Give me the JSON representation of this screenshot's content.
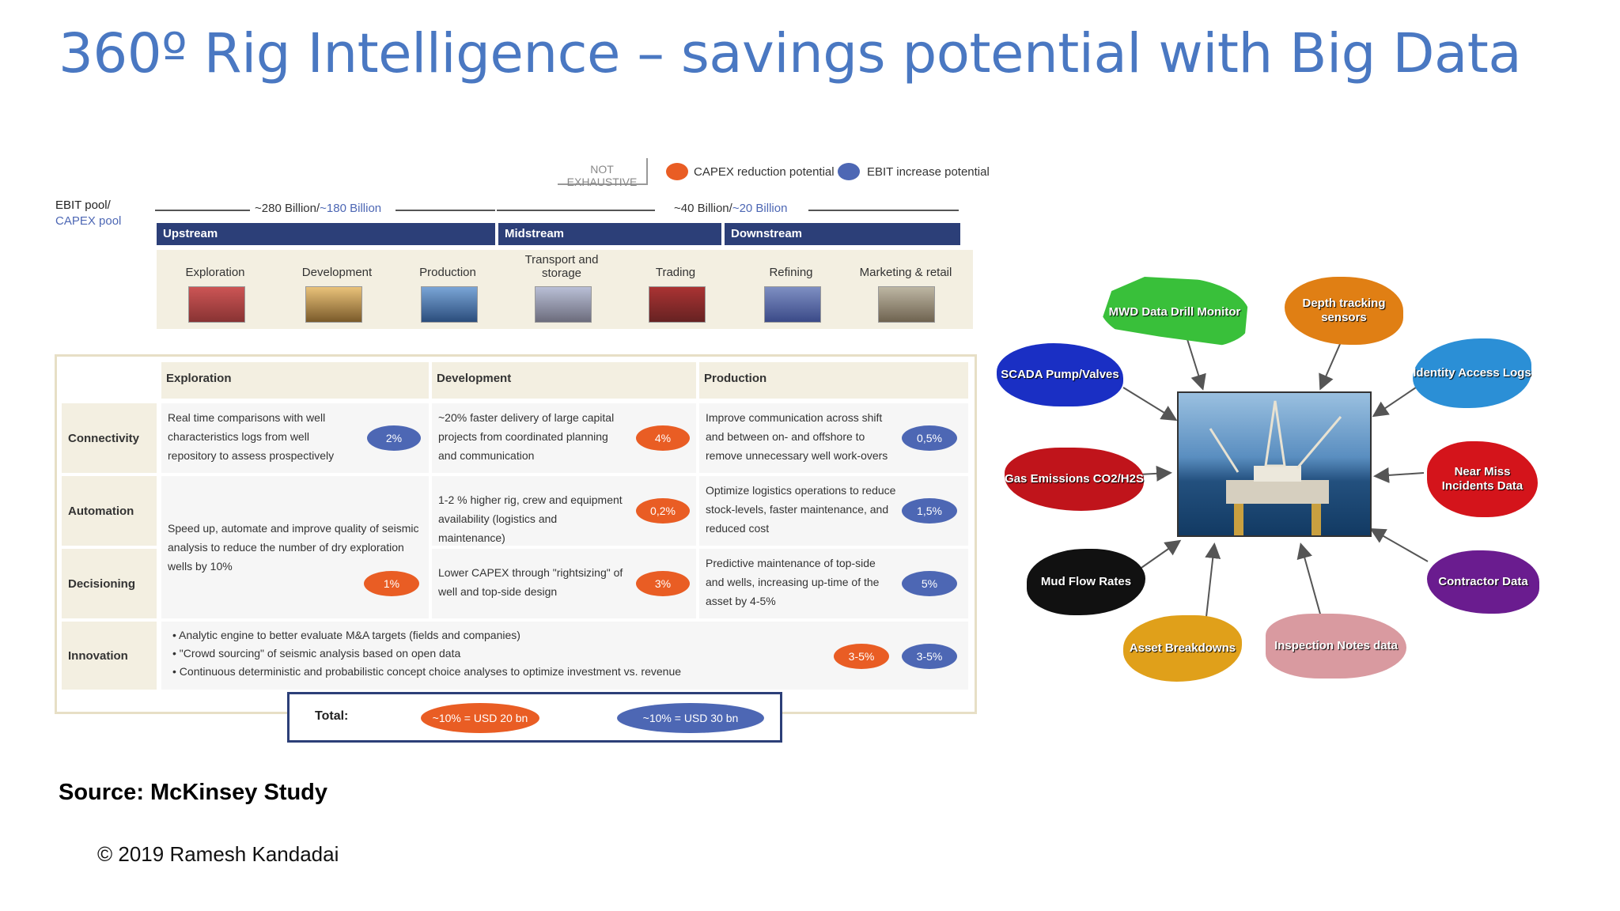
{
  "title": "360º Rig Intelligence – savings potential with Big Data",
  "legend": {
    "not_exhaustive": "NOT EXHAUSTIVE",
    "capex": "CAPEX reduction potential",
    "ebit": "EBIT increase potential",
    "capex_color": "#e95d24",
    "ebit_color": "#4d67b4"
  },
  "pool_labels": {
    "line1": "EBIT pool/",
    "line2": "CAPEX pool"
  },
  "ranges": {
    "upstream_ebit": "~280 Billion/",
    "upstream_capex": "~180 Billion",
    "downstream_ebit": "~40 Billion/",
    "downstream_capex": "~20 Billion"
  },
  "segments": [
    "Upstream",
    "Midstream",
    "Downstream"
  ],
  "value_chain": [
    "Exploration",
    "Development",
    "Production",
    "Transport and storage",
    "Trading",
    "Refining",
    "Marketing & retail"
  ],
  "table": {
    "headers": [
      "Exploration",
      "Development",
      "Production"
    ],
    "rows": {
      "connectivity": {
        "label": "Connectivity",
        "exploration": "Real time comparisons with well characteristics logs from well repository to assess prospectively",
        "exploration_val": "2%",
        "development": "~20% faster delivery of large capital projects from coordinated planning and communication",
        "development_val": "4%",
        "production": "Improve communication across shift and between on- and offshore to remove unnecessary well work-overs",
        "production_val": "0,5%"
      },
      "automation": {
        "label": "Automation",
        "development": "1-2 % higher rig, crew and equipment availability (logistics and maintenance)",
        "development_val": "0,2%",
        "production": "Optimize logistics operations to reduce stock-levels, faster maintenance, and reduced cost",
        "production_val": "1,5%"
      },
      "exploration_merged": "Speed up, automate and improve quality of seismic analysis to reduce the number of dry exploration wells by 10%",
      "exploration_merged_val": "1%",
      "decisioning": {
        "label": "Decisioning",
        "development": "Lower CAPEX through \"rightsizing\" of well and top-side design",
        "development_val": "3%",
        "production": "Predictive maintenance of top-side and wells, increasing up-time of the asset by 4-5%",
        "production_val": "5%"
      },
      "innovation": {
        "label": "Innovation",
        "bullets": [
          "Analytic engine to better evaluate M&A targets (fields and companies)",
          "\"Crowd sourcing\" of seismic analysis based on open data",
          "Continuous  deterministic and probabilistic concept choice analyses to optimize investment vs. revenue"
        ],
        "capex_val": "3-5%",
        "ebit_val": "3-5%"
      }
    },
    "total": {
      "label": "Total:",
      "capex": "~10% = USD 20 bn",
      "ebit": "~10% = USD 30 bn"
    }
  },
  "rig_nodes": [
    {
      "label": "MWD Data Drill Monitor",
      "color": "#39c03a"
    },
    {
      "label": "Depth tracking sensors",
      "color": "#e07f14"
    },
    {
      "label": "Identity Access Logs",
      "color": "#2b8fd6"
    },
    {
      "label": "Near Miss Incidents Data",
      "color": "#d4141b"
    },
    {
      "label": "Contractor Data",
      "color": "#6a1c8f"
    },
    {
      "label": "Inspection Notes data",
      "color": "#d99aa0"
    },
    {
      "label": "Asset Breakdowns",
      "color": "#e0a01a"
    },
    {
      "label": "Mud Flow Rates",
      "color": "#111111"
    },
    {
      "label": "Gas Emissions CO2/H2S",
      "color": "#c0141b"
    },
    {
      "label": "SCADA Pump/Valves",
      "color": "#1a2fc4"
    }
  ],
  "source": "Source: McKinsey Study",
  "copyright": "© 2019 Ramesh Kandadai"
}
